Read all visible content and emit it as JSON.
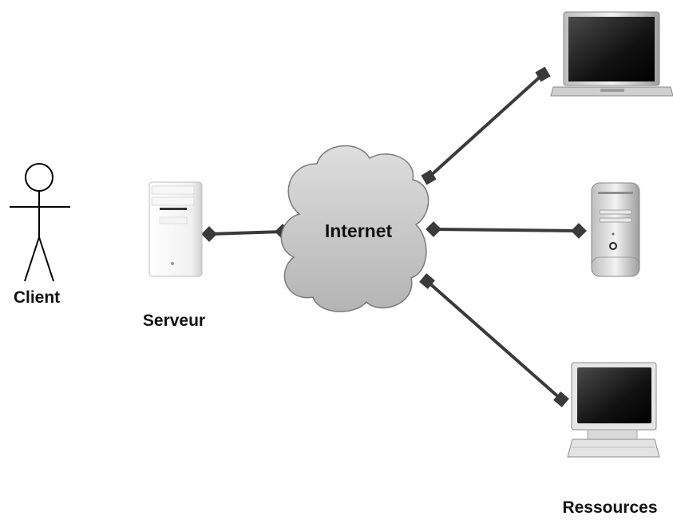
{
  "labels": {
    "client": "Client",
    "server": "Serveur",
    "internet": "Internet",
    "resources": "Ressources"
  },
  "icons": {
    "client": "stick-figure-actor-icon",
    "server": "tower-server-icon",
    "internet": "cloud-icon",
    "laptop": "laptop-icon",
    "workstation": "desktop-tower-icon",
    "monitor": "crt-monitor-computer-icon"
  },
  "colors": {
    "line": "#3a3a3a",
    "cloud_fill": "#c9c9c9",
    "cloud_stroke": "#7a7a7a",
    "text": "#111111"
  }
}
